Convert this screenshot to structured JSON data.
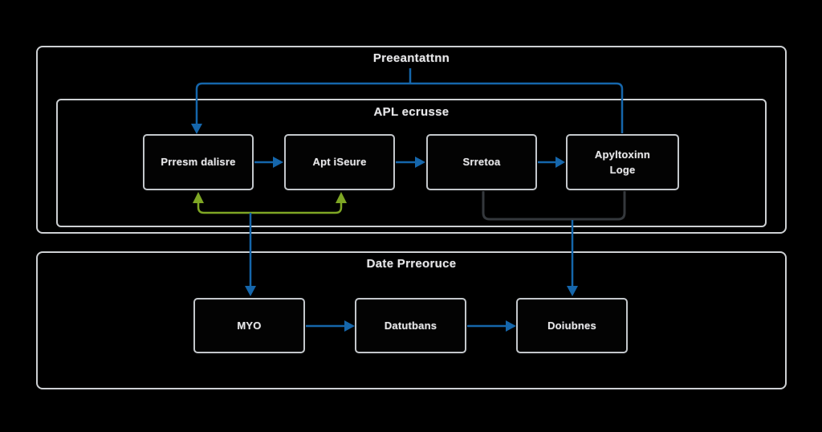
{
  "diagram": {
    "background": "#000000",
    "colors": {
      "section_border": "#cdd0d3",
      "node_border": "#c3c7cb",
      "arrow_blue": "#1566ab",
      "bracket_green": "#7ea624",
      "bracket_gray": "#34383c",
      "text": "#e6e6e8"
    },
    "outer_section": {
      "title": "Preeantattnn"
    },
    "api_section": {
      "title": "APL ecrusse"
    },
    "data_section": {
      "title": "Date Prreoruce"
    },
    "top_boxes": [
      {
        "label": "Prresm dalisre"
      },
      {
        "label": "Apt iSeure"
      },
      {
        "label": "Srretoa"
      },
      {
        "label": "Apyltoxinn\nLoge"
      }
    ],
    "bottom_boxes": [
      {
        "label": "MYO"
      },
      {
        "label": "Datutbans"
      },
      {
        "label": "Doiubnes"
      }
    ],
    "connectors": {
      "title_to_nodes": "blue fork from outer title down to node 1 (arrow) and node 4",
      "top_row_flow": "blue arrows node1→node2→node3→node4",
      "green_feedback": "green bracket arrows up into node1 and node2",
      "gray_merge": "gray bracket under node3 and node4",
      "drop_left": "blue arrow down to MYO",
      "drop_right": "blue arrow down to Doiubnes",
      "bottom_row_flow": "blue arrows MYO→Datutbans→Doiubnes"
    }
  }
}
